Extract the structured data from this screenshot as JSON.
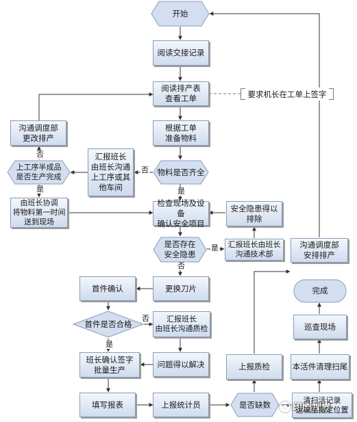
{
  "nodes": {
    "start": "开始",
    "read_handover": "阅读交接记录",
    "read_schedule": "阅读排产表\n查看工单",
    "prepare_materials": "根据工单\n准备物料",
    "materials_ok": "物料是否齐全",
    "report_leader": "汇报班长\n由班长沟通\n上工序或其\n他车间",
    "semi_finished": "上工序半成品\n是否生产完成",
    "dispatch_change": "沟通调度部\n更改排产",
    "leader_coordinate": "由班长协调\n将物料第一时间\n送到现场",
    "check_site": "检查现场及设备\n确认安全项目",
    "hazard_removed": "安全隐患得以\n排除",
    "has_hazard": "是否存在\n安全隐患",
    "report_tech": "汇报班长由班长\n沟通技术部",
    "replace_tool": "更换刀片",
    "first_confirm": "首件确认",
    "first_qualified": "首件是否合格",
    "report_quality": "汇报班长\n由班长沟通质检",
    "problem_solved": "问题得以解决",
    "batch_production": "班长确认签字\n批量生产",
    "fill_report": "填写报表",
    "report_statistician": "上报统计员",
    "shortage": "是否缺数",
    "report_qc": "上报质检",
    "dispatch_arrange": "沟通调度部\n安排排产",
    "clean_up": "本活件清理扫尾",
    "patrol": "巡查现场",
    "done": "完成",
    "clean_site": "清扫活记录\n运输至指定位置"
  },
  "annotation": "要求机长在工单上签字",
  "edge_labels": {
    "materials_no": "否",
    "materials_yes": "是",
    "semi_no": "否",
    "semi_yes": "是",
    "hazard_yes": "是",
    "hazard_no": "否",
    "first_no": "否",
    "first_yes": "是"
  },
  "watermark": "印刷视界"
}
